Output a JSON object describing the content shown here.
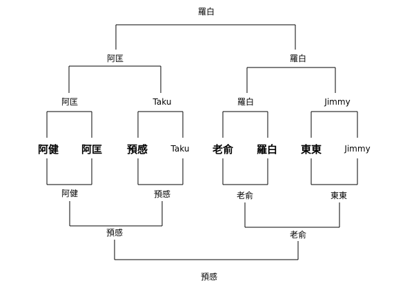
{
  "top_bracket": {
    "final_winner": "羅白",
    "semifinal_winners": [
      "阿匡",
      "羅白"
    ],
    "quarterfinal_winners": [
      "阿匡",
      "Taku",
      "羅白",
      "Jimmy"
    ]
  },
  "players": [
    "阿健",
    "阿匡",
    "預感",
    "Taku",
    "老俞",
    "羅白",
    "東東",
    "Jimmy"
  ],
  "bottom_bracket": {
    "quarterfinal_winners": [
      "阿健",
      "預感",
      "老俞",
      "東東"
    ],
    "semifinal_winners": [
      "預感",
      "老俞"
    ],
    "final_winner": "預感"
  },
  "colors": {
    "lines": "#000000",
    "text": "#000000",
    "jimmy_text": "#1d6b4a"
  }
}
